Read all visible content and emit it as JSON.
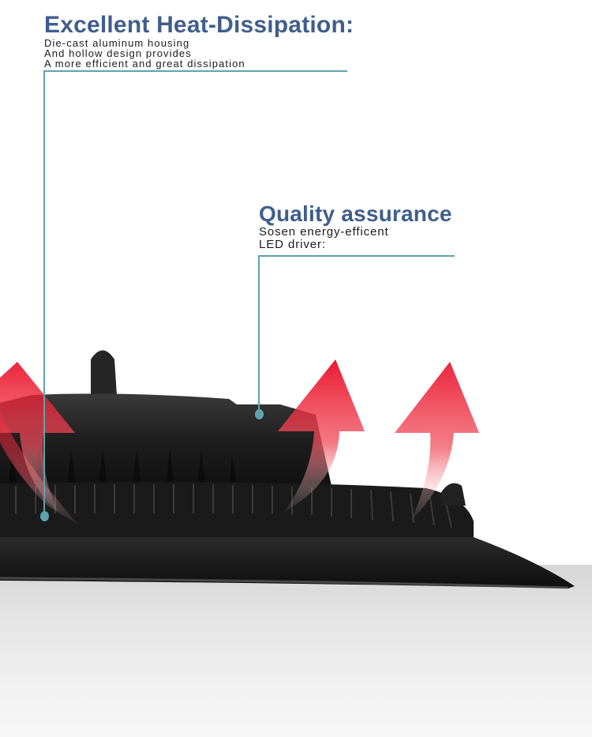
{
  "callouts": [
    {
      "title": "Excellent Heat-Dissipation:",
      "lines": "Die-cast aluminum housing\nAnd hollow design provides\nA more efficient and great dissipation"
    },
    {
      "title": "Quality assurance",
      "lines": "Sosen energy-efficent\nLED driver:"
    }
  ],
  "colors": {
    "title": "#3f5e8c",
    "leader_line": "#5fa3ad",
    "arrow": "#e8001a",
    "housing": "#1c1c1c"
  },
  "icons": [
    "heat-arrow-icon",
    "heat-arrow-icon",
    "heat-arrow-icon"
  ]
}
